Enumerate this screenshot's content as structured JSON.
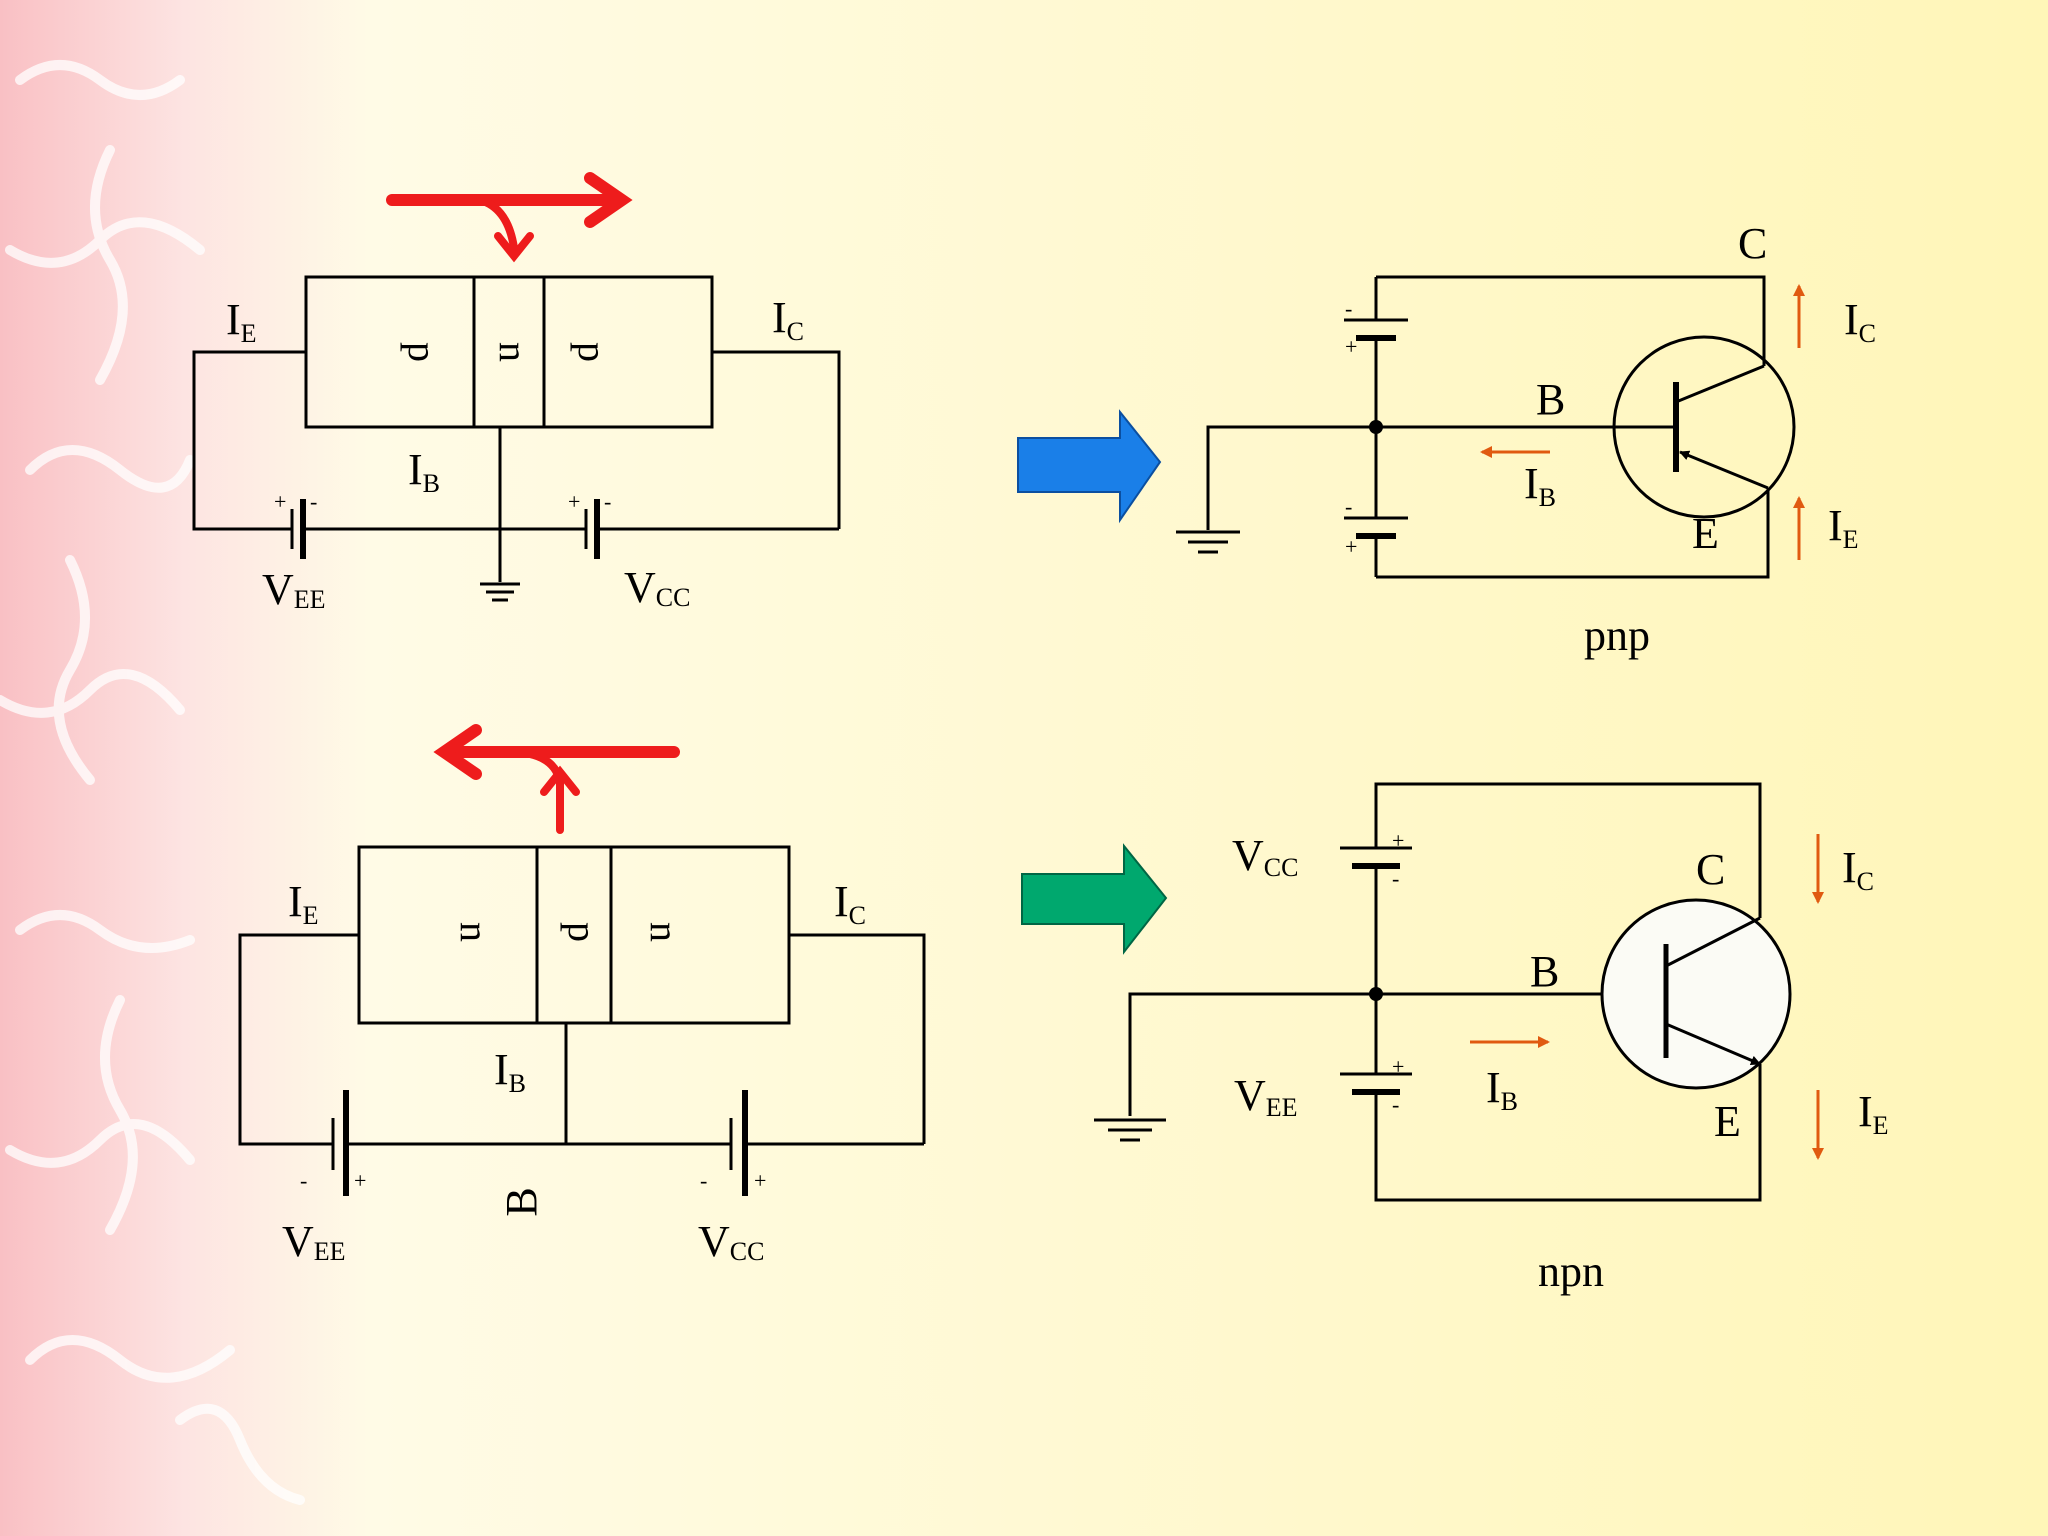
{
  "colors": {
    "bg_pink": "#f9c0c4",
    "bg_cream": "#fffbe6",
    "bg_yellow": "#fff6b8",
    "red_arrow": "#ee1c1c",
    "blue_arrow": "#1a7fe8",
    "green_arrow": "#00a86e",
    "current_arrow": "#e05a10"
  },
  "pnp_slab": {
    "regions": [
      "p",
      "n",
      "p"
    ],
    "ie_main": "I",
    "ie_sub": "E",
    "ic_main": "I",
    "ic_sub": "C",
    "ib_main": "I",
    "ib_sub": "B",
    "vee_main": "V",
    "vee_sub": "EE",
    "vcc_main": "V",
    "vcc_sub": "CC",
    "plus": "+",
    "minus": "-"
  },
  "pnp_schematic": {
    "c": "C",
    "b": "B",
    "e": "E",
    "ic_main": "I",
    "ic_sub": "C",
    "ib_main": "I",
    "ib_sub": "B",
    "ie_main": "I",
    "ie_sub": "E",
    "plus": "+",
    "minus": "-",
    "caption": "pnp"
  },
  "npn_slab": {
    "regions": [
      "n",
      "p",
      "n"
    ],
    "ie_main": "I",
    "ie_sub": "E",
    "ic_main": "I",
    "ic_sub": "C",
    "ib_main": "I",
    "ib_sub": "B",
    "vee_main": "V",
    "vee_sub": "EE",
    "vcc_main": "V",
    "vcc_sub": "CC",
    "b_label": "B",
    "plus": "+",
    "minus": "-"
  },
  "npn_schematic": {
    "vcc_main": "V",
    "vcc_sub": "CC",
    "vee_main": "V",
    "vee_sub": "EE",
    "c": "C",
    "b": "B",
    "e": "E",
    "ic_main": "I",
    "ic_sub": "C",
    "ib_main": "I",
    "ib_sub": "B",
    "ie_main": "I",
    "ie_sub": "E",
    "plus": "+",
    "minus": "-",
    "caption": "npn"
  }
}
